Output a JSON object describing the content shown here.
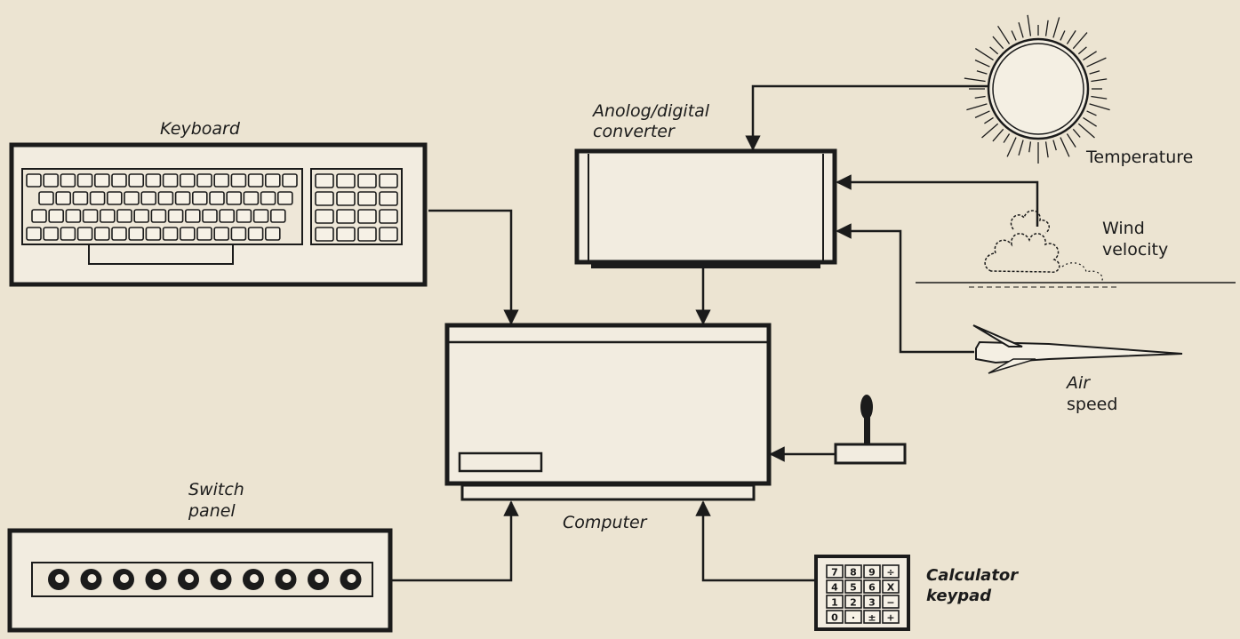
{
  "labels": {
    "keyboard": "Keyboard",
    "adc_line1": "Anolog/digital",
    "adc_line2": "converter",
    "temperature": "Temperature",
    "wind_line1": "Wind",
    "wind_line2": "velocity",
    "air_line1": "Air",
    "air_line2": "speed",
    "computer": "Computer",
    "switch_line1": "Switch",
    "switch_line2": "panel",
    "calc_line1": "Calculator",
    "calc_line2": "keypad"
  },
  "keypad": {
    "rows": [
      [
        "7",
        "8",
        "9",
        "÷"
      ],
      [
        "4",
        "5",
        "6",
        "X"
      ],
      [
        "1",
        "2",
        "3",
        "−"
      ],
      [
        "0",
        "·",
        "±",
        "+"
      ]
    ]
  },
  "switch_count": 10,
  "colors": {
    "background": "#ece4d2",
    "ink": "#1b1b1b",
    "panel": "#f2ece0"
  }
}
